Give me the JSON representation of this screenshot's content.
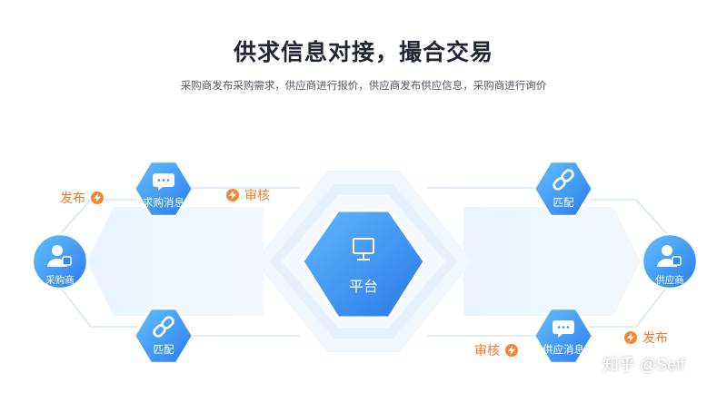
{
  "title": "供求信息对接，撮合交易",
  "subtitle": "采购商发布采购需求，供应商进行报价，供应商发布供应信息，采购商进行询价",
  "nodes": {
    "platform": "平台",
    "purchaser": "采购商",
    "supplier": "供应商",
    "purchase_message": "求购消息",
    "supply_message": "供应消息",
    "match_left": "匹配",
    "match_right": "匹配"
  },
  "tags": {
    "publish_left": "发布",
    "review_left": "审核",
    "review_right": "审核",
    "publish_right": "发布"
  },
  "watermark": "知乎 @Seif",
  "colors": {
    "accent_blue": "#2f86ee",
    "light_blue": "#59b6ff",
    "orange": "#f3862f"
  }
}
